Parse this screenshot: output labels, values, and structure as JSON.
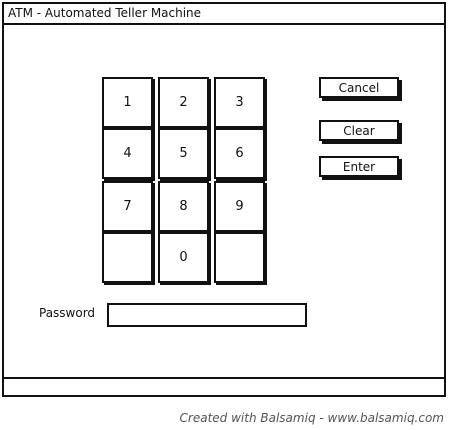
{
  "window": {
    "title": "ATM - Automated Teller Machine"
  },
  "keypad": {
    "keys": [
      "1",
      "2",
      "3",
      "4",
      "5",
      "6",
      "7",
      "8",
      "9",
      "",
      "0",
      ""
    ]
  },
  "actions": {
    "cancel_label": "Cancel",
    "clear_label": "Clear",
    "enter_label": "Enter"
  },
  "password": {
    "label": "Password",
    "value": ""
  },
  "footer": {
    "text": "Created with Balsamiq - www.balsamiq.com"
  }
}
